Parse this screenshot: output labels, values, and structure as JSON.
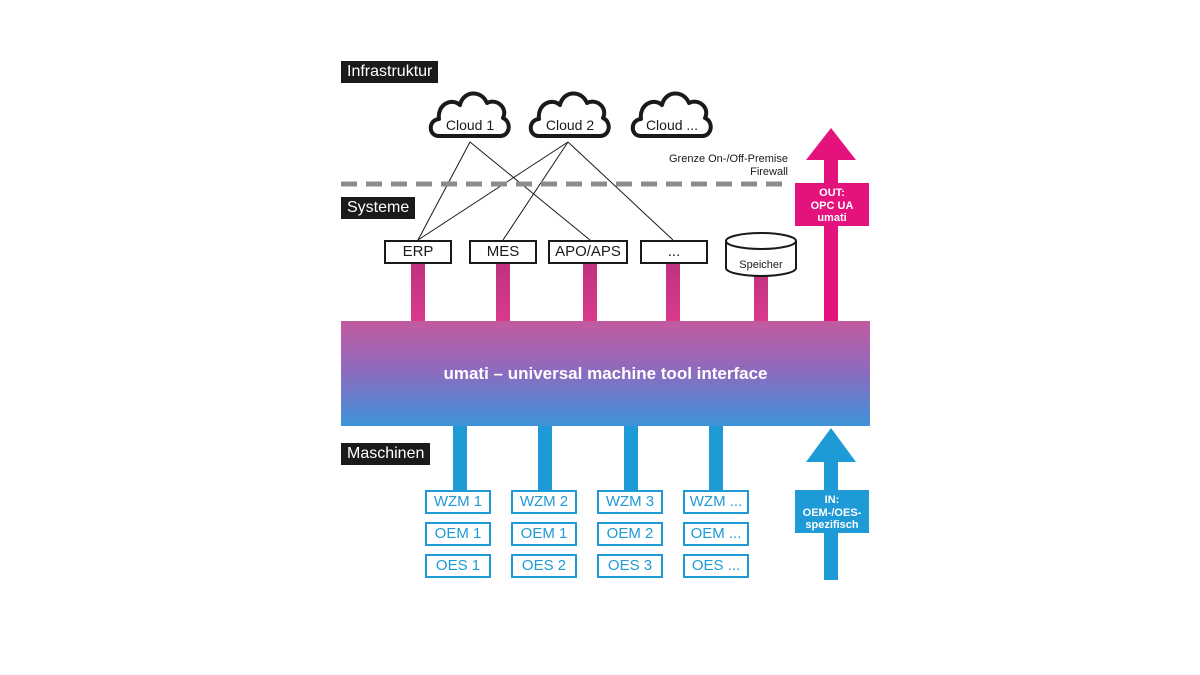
{
  "sections": {
    "infrastructure": "Infrastruktur",
    "systems": "Systeme",
    "machines": "Maschinen"
  },
  "clouds": [
    "Cloud 1",
    "Cloud 2",
    "Cloud ..."
  ],
  "firewall": {
    "line1": "Grenze On-/Off-Premise",
    "line2": "Firewall"
  },
  "systems": [
    "ERP",
    "MES",
    "APO/APS",
    "...",
    "Speicher"
  ],
  "band": {
    "label": "umati – universal machine tool interface"
  },
  "out": {
    "line1": "OUT:",
    "line2": "OPC UA",
    "line3": "umati"
  },
  "in": {
    "line1": "IN:",
    "line2": "OEM-/OES-",
    "line3": "spezifisch"
  },
  "machines": [
    {
      "wzm": "WZM 1",
      "oem": "OEM 1",
      "oes": "OES 1"
    },
    {
      "wzm": "WZM 2",
      "oem": "OEM 1",
      "oes": "OES 2"
    },
    {
      "wzm": "WZM 3",
      "oem": "OEM 2",
      "oes": "OES 3"
    },
    {
      "wzm": "WZM ...",
      "oem": "OEM ...",
      "oes": "OES ..."
    }
  ],
  "colors": {
    "magenta": "#e3127c",
    "blue": "#1e9ad6",
    "dark": "#1a1a1a",
    "firewall_line": "#8c8c8c",
    "band_top": "#c35a9f",
    "band_bottom": "#3d93d8"
  }
}
